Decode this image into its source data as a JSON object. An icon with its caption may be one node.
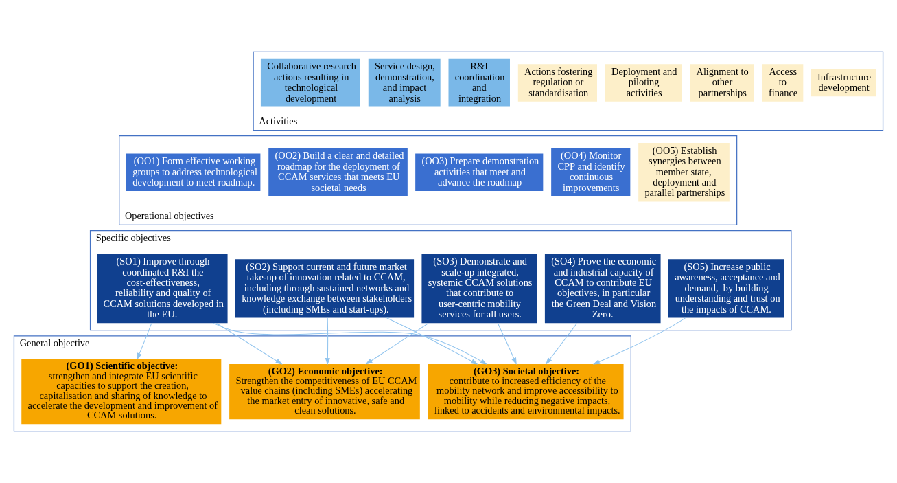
{
  "diagram": {
    "nodes": [
      {
        "text": [
          "Activities"
        ]
      },
      {
        "text": [
          "Collaborative research actions resulting in technological development"
        ],
        "in": 0
      },
      {
        "text": [
          "Service design, demonstration, and impact analysis"
        ],
        "in": 0
      },
      {
        "text": [
          "R&I coordination and integration"
        ],
        "in": 0
      },
      {
        "text": [
          "Actions fostering regulation or standardisation"
        ],
        "in": 0
      },
      {
        "text": [
          "Deployment and piloting activities"
        ],
        "in": 0
      },
      {
        "text": [
          "Alignment to other partnerships"
        ],
        "in": 0
      },
      {
        "text": [
          "Access to finance"
        ],
        "in": 0
      },
      {
        "text": [
          "Infrastructure development"
        ],
        "in": 0
      },
      {
        "text": [
          "Operational objectives"
        ]
      },
      {
        "text": [
          "(OO1) Form effective working groups to address technological development to meet roadmap."
        ],
        "in": 9
      },
      {
        "text": [
          "(OO2) Build a clear and detailed roadmap for the deployment of CCAM services that meets EU societal needs"
        ],
        "in": 9
      },
      {
        "text": [
          "(OO3) Prepare demonstration activities that meet and advance the roadmap"
        ],
        "in": 9
      },
      {
        "text": [
          "(OO4) Monitor CPP and identify continuous improvements"
        ],
        "in": 9
      },
      {
        "text": [
          "(OO5) Establish synergies between member state, deployment and parallel partnerships"
        ],
        "in": 9
      },
      {
        "text": [
          "Specific objectives"
        ]
      },
      {
        "text": [
          "(SO1) Improve through coordinated R&I the cost-effectiveness, reliability and quality of CCAM solutions developed in the EU."
        ],
        "in": 15
      },
      {
        "text": [
          "(SO2) Support current and future market take-up of innovation related to CCAM, including through sustained networks and knowledge exchange between stakeholders (including SMEs and start-ups)."
        ],
        "in": 15
      },
      {
        "text": [
          "(SO3) Demonstrate and scale-up integrated, systemic CCAM solutions that contribute to user-centric mobility services for all users."
        ],
        "in": 15
      },
      {
        "text": [
          "(SO4) Prove the economic and industrial capacity of CCAM to contribute EU objectives, in particular the Green Deal and Vision Zero."
        ],
        "in": 15
      },
      {
        "text": [
          "(SO5) Increase public awareness, acceptance and demand,  by building understanding and trust on the impacts of CCAM."
        ],
        "in": 15
      },
      {
        "text": [
          "General objective"
        ]
      },
      {
        "text": [
          "**(GO1) Scientific objective:** strengthen and integrate EU scientific capacities to support the creation, capitalisation and sharing of knowledge to accelerate the development and improvement of CCAM solutions."
        ],
        "in": 21
      },
      {
        "text": [
          "**(GO2) Economic objective:** Strengthen the competitiveness of EU CCAM value chains (including SMEs) accelerating the market entry of innovative, safe and clean solutions."
        ],
        "in": 21
      },
      {
        "text": [
          "**(GO3) Societal objective:** contribute to increased efficiency of the mobility network and improve accessibility to mobility while reducing negative impacts, linked to accidents and environmental impacts."
        ],
        "in": 21
      }
    ],
    "edges": [
      {
        "from": 16,
        "to": 22,
        "arrow": "to"
      },
      {
        "from": 16,
        "to": 23,
        "arrow": "to"
      },
      {
        "from": 16,
        "to": 24,
        "arrow": "to"
      },
      {
        "from": 17,
        "to": 23,
        "arrow": "to"
      },
      {
        "from": 17,
        "to": 24,
        "arrow": "to"
      },
      {
        "from": 18,
        "to": 23,
        "arrow": "to"
      },
      {
        "from": 18,
        "to": 24,
        "arrow": "to"
      },
      {
        "from": 19,
        "to": 24,
        "arrow": "to"
      },
      {
        "from": 20,
        "to": 24,
        "arrow": "to"
      }
    ]
  }
}
